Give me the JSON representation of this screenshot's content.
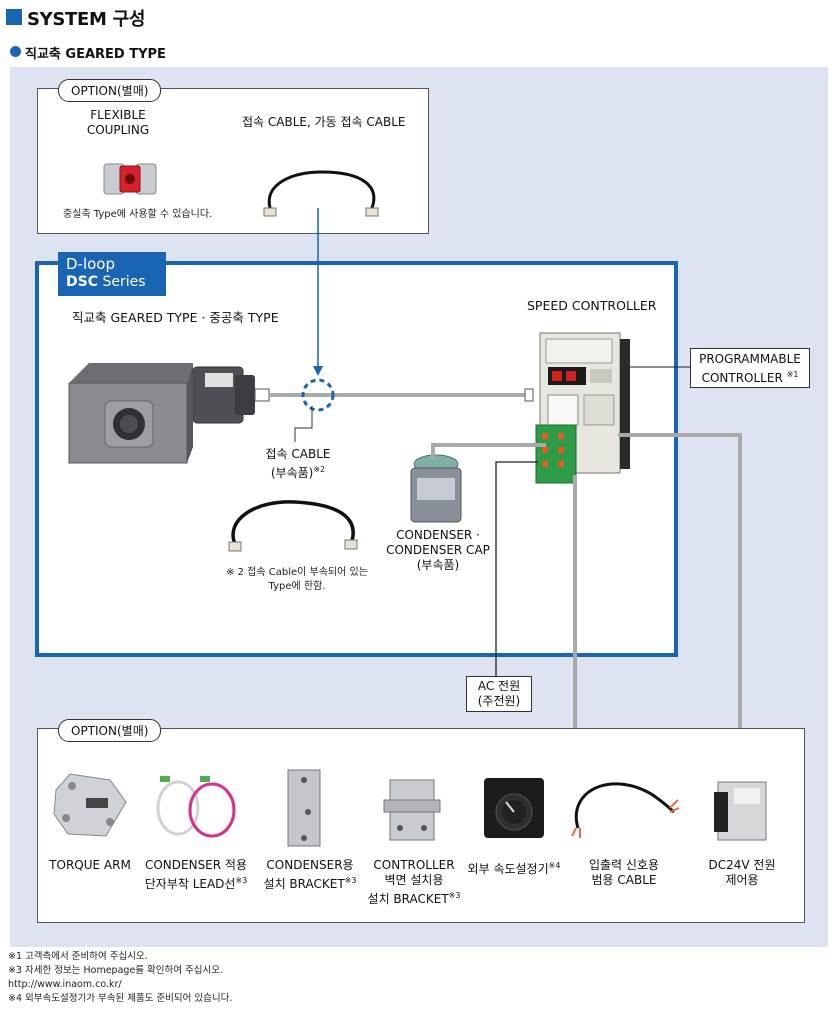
{
  "header": {
    "title": "SYSTEM 구성",
    "subtitle": "직교축 GEARED TYPE"
  },
  "option_top": {
    "pill": "OPTION(별매)",
    "coupling_label_1": "FLEXIBLE",
    "coupling_label_2": "COUPLING",
    "coupling_note": "중실축 Type에 사용할 수 있습니다.",
    "cable_label": "접속 CABLE, 가동 접속 CABLE"
  },
  "dsc": {
    "tab_line1": "D-loop",
    "tab_line2_a": "DSC",
    "tab_line2_b": "Series",
    "motor_label": "직교축 GEARED TYPE · 중공축 TYPE",
    "speed_controller": "SPEED CONTROLLER",
    "cable_label_1": "접속 CABLE",
    "cable_label_2": "(부속품)",
    "cable_mark": "※2",
    "cable_note_1": "※ 2  접속 Cable이 부속되어 있는",
    "cable_note_2": "Type에 한함.",
    "condenser_1": "CONDENSER ·",
    "condenser_2": "CONDENSER CAP",
    "condenser_3": "(부속품)"
  },
  "plc": {
    "line1": "PROGRAMMABLE",
    "line2": "CONTROLLER",
    "mark": "※1"
  },
  "ac": {
    "line1": "AC 전원",
    "line2": "(주전원)"
  },
  "option_bottom": {
    "pill": "OPTION(별매)",
    "items": [
      {
        "l1": "TORQUE ARM",
        "l2": "",
        "mark": ""
      },
      {
        "l1": "CONDENSER 적용",
        "l2": "단자부착 LEAD선",
        "mark": "※3"
      },
      {
        "l1": "CONDENSER용",
        "l2": "설치 BRACKET",
        "mark": "※3"
      },
      {
        "l1": "CONTROLLER",
        "l2": "벽면 설치용",
        "l3": "설치 BRACKET",
        "mark": "※3"
      },
      {
        "l1": "외부 속도설정기",
        "l2": "",
        "mark": "※4"
      },
      {
        "l1": "입출력 신호용",
        "l2": "범용 CABLE",
        "mark": ""
      },
      {
        "l1": "DC24V 전원",
        "l2": "제어용",
        "mark": ""
      }
    ]
  },
  "footnotes": [
    "※1   고객측에서 준비하여 주십시오.",
    "※3   자세한 정보는 Homepage를 확인하여 주십시오.",
    "        http://www.inaom.co.kr/",
    "※4   외부속도설정기가 부속된 제품도 준비되어 있습니다."
  ]
}
